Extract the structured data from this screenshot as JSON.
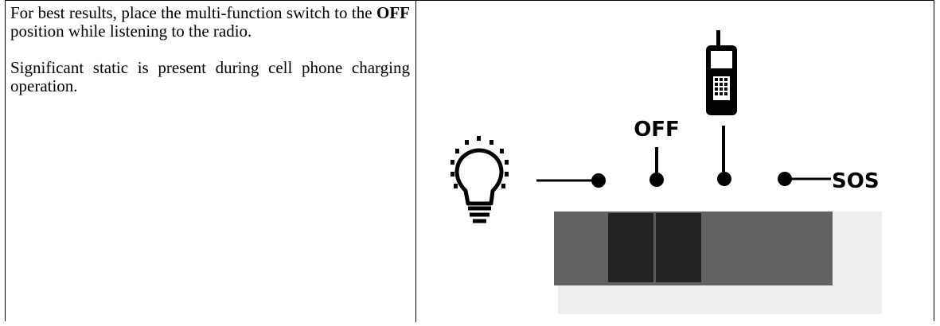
{
  "instructions": {
    "para1_before": "For best results, place the multi-function switch to the",
    "para1_bold": "OFF",
    "para1_after": "position while listening to the radio.",
    "para2": "Significant static is present during cell phone charging operation."
  },
  "diagram": {
    "off_label": "OFF",
    "sos_label": "SOS",
    "icons": [
      "light-bulb-icon",
      "cell-phone-icon"
    ],
    "colors": {
      "switch_body": "#626262",
      "switch_shadow": "#eeeeee",
      "switch_knob": "#222222",
      "line": "#000000"
    }
  }
}
